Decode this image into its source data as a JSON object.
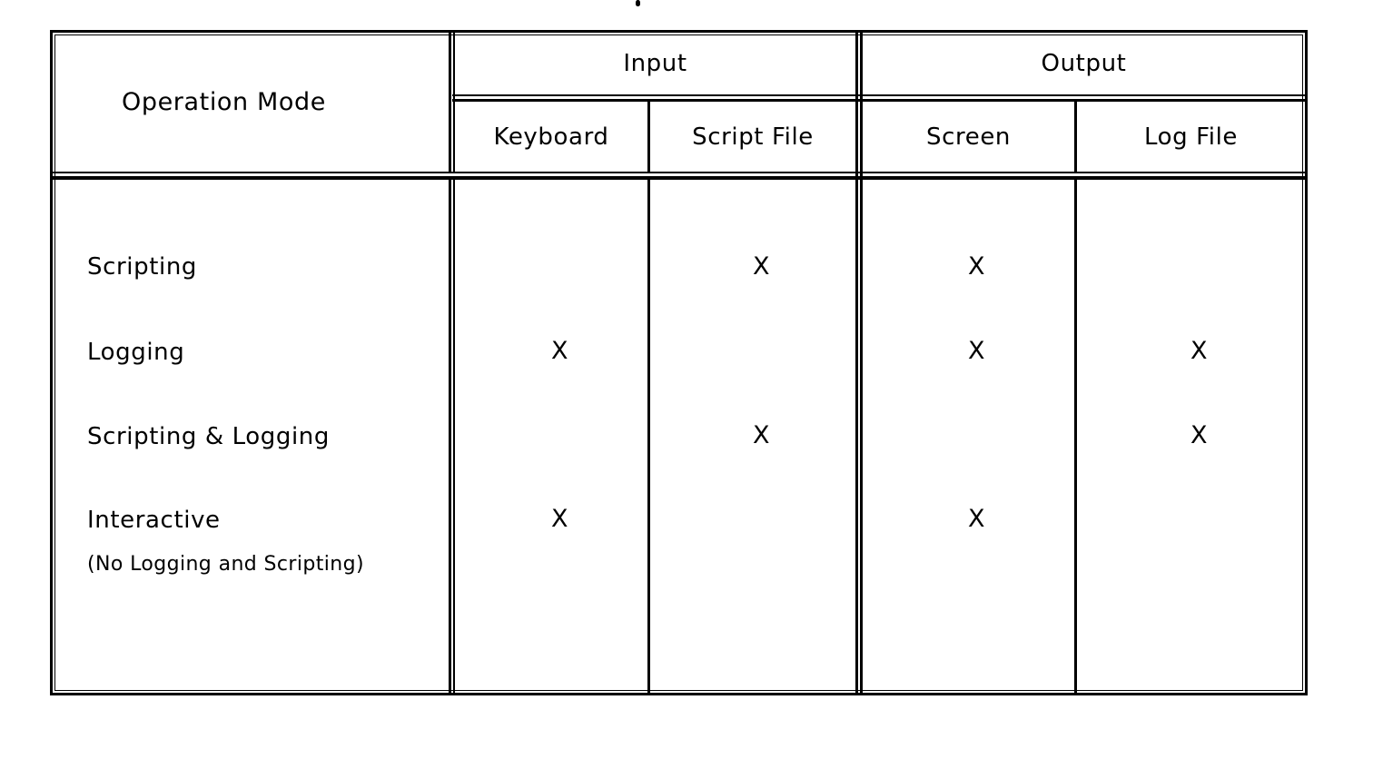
{
  "table": {
    "corner_header": "Operation Mode",
    "group_headers": [
      {
        "label": "Input",
        "columns": [
          "Keyboard",
          "Script File"
        ]
      },
      {
        "label": "Output",
        "columns": [
          "Screen",
          "Log File"
        ]
      }
    ],
    "columns": [
      "Keyboard",
      "Script File",
      "Screen",
      "Log File"
    ],
    "mark_glyph": "X",
    "rows": [
      {
        "label": "Scripting",
        "sublabel": "",
        "keyboard": "",
        "script_file": "X",
        "screen": "X",
        "log_file": ""
      },
      {
        "label": "Logging",
        "sublabel": "",
        "keyboard": "X",
        "script_file": "",
        "screen": "X",
        "log_file": "X"
      },
      {
        "label": "Scripting & Logging",
        "sublabel": "",
        "keyboard": "",
        "script_file": "X",
        "screen": "",
        "log_file": "X"
      },
      {
        "label": "Interactive",
        "sublabel": "(No Logging and Scripting)",
        "keyboard": "X",
        "script_file": "",
        "screen": "X",
        "log_file": ""
      }
    ]
  },
  "colors": {
    "ink": "#000000",
    "page": "#ffffff"
  }
}
